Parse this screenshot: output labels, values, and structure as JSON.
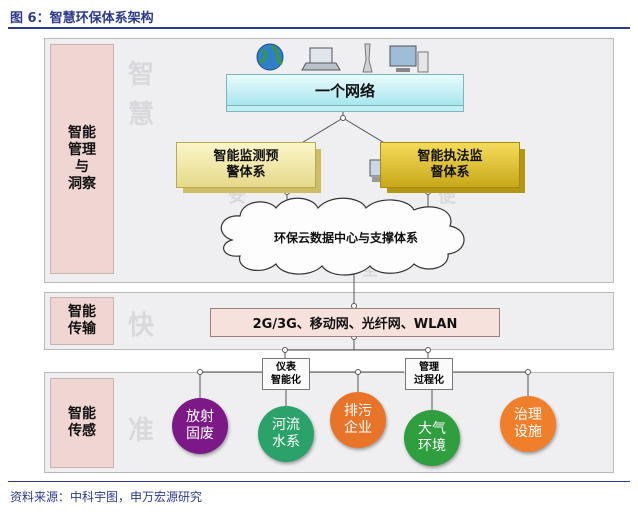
{
  "figure_title": "图 6：智慧环保体系架构",
  "source_note": "资料来源：中科宇图，申万宏源研究",
  "sections": {
    "top_label": "智能\n管理\n与\n洞察",
    "middle_label": "智能\n传输",
    "bottom_label": "智能\n传感"
  },
  "ghost_chars": {
    "top_1": "智",
    "top_2": "慧",
    "cloud_left": "安",
    "cloud_right": "便",
    "cloud_bottom": "全",
    "middle": "快",
    "bottom": "准"
  },
  "network": {
    "label": "一个网络"
  },
  "left_box": {
    "label": "智能监测预\n警体系"
  },
  "right_box": {
    "label": "智能执法监\n督体系"
  },
  "cloud": {
    "label": "环保云数据中心与支撑体系"
  },
  "transport": {
    "label": "2G/3G、移动网、光纤网、WLAN"
  },
  "hubs": [
    {
      "label": "仪表\n智能化"
    },
    {
      "label": "管理\n过程化"
    }
  ],
  "sensors": [
    {
      "label": "放射\n固废",
      "color": "#7b1a86"
    },
    {
      "label": "河流\n水系",
      "color": "#2aa26a"
    },
    {
      "label": "排污\n企业",
      "color": "#e8742a"
    },
    {
      "label": "大气\n环境",
      "color": "#2e9e3e"
    },
    {
      "label": "治理\n设施",
      "color": "#ef7f2a"
    }
  ],
  "colors": {
    "title_blue": "#2d3a8c",
    "section_bg": "#efeff2",
    "label_bg": "#efd6d3"
  }
}
